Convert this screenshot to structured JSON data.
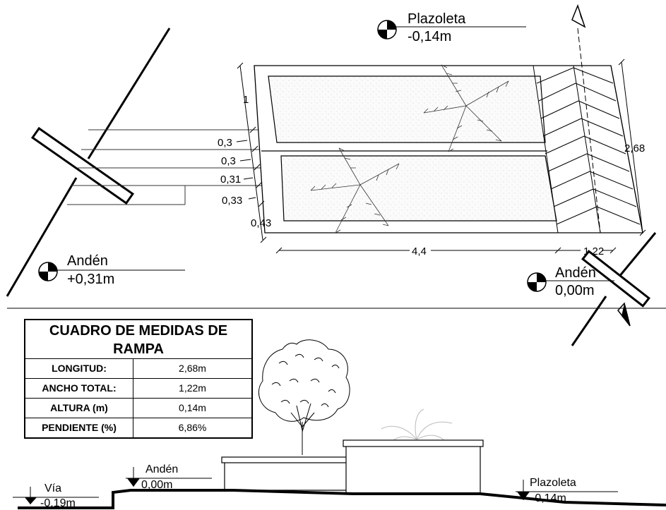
{
  "levels": {
    "plazoleta_top": {
      "name": "Plazoleta",
      "value": "-0,14m"
    },
    "anden_left": {
      "name": "Andén",
      "value": "+0,31m"
    },
    "anden_right": {
      "name": "Andén",
      "value": "0,00m"
    }
  },
  "dimensions": {
    "top_row": "1",
    "rows": [
      "0,3",
      "0,3",
      "0,31",
      "0,33",
      "0,43"
    ],
    "length_planter": "4,4",
    "length_ramp": "1,22",
    "height_right": "2,68"
  },
  "table": {
    "title": "CUADRO DE MEDIDAS DE RAMPA",
    "rows": [
      {
        "key": "LONGITUD:",
        "value": "2,68m"
      },
      {
        "key": "ANCHO TOTAL:",
        "value": "1,22m"
      },
      {
        "key": "ALTURA (m)",
        "value": "0,14m"
      },
      {
        "key": "PENDIENTE (%)",
        "value": "6,86%"
      }
    ]
  },
  "section_levels": {
    "via": {
      "name": "Vía",
      "value": "-0,19m"
    },
    "anden": {
      "name": "Andén",
      "value": "0,00m"
    },
    "plazoleta": {
      "name": "Plazoleta",
      "value": "-0,14m"
    }
  }
}
